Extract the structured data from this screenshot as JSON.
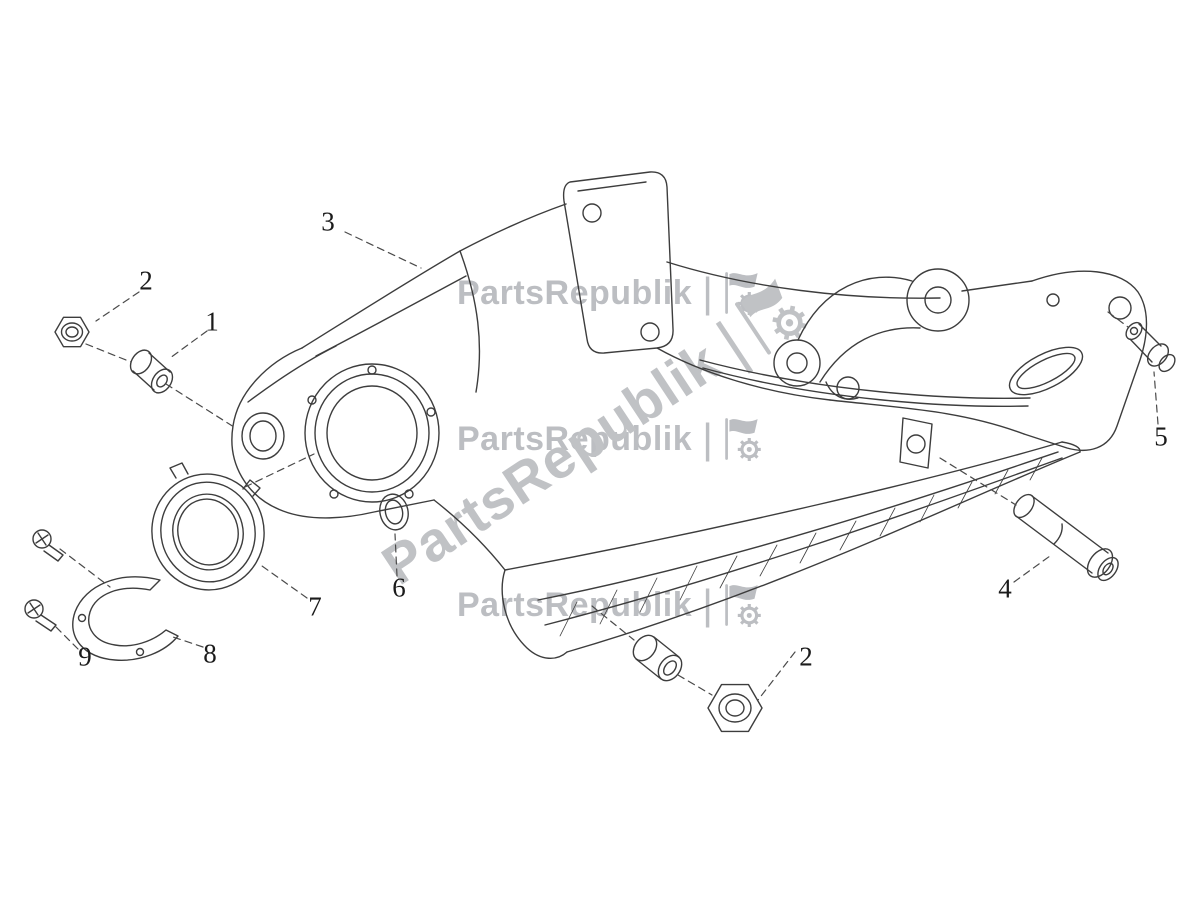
{
  "watermark": {
    "text": "PartsRepublik",
    "separator": "|",
    "icon": "gear-flag-icon",
    "color": "#bcbec2"
  },
  "diagram": {
    "title": "Swing arm exploded parts diagram",
    "line_color": "#3d3d3d",
    "background": "#ffffff"
  },
  "part_labels": [
    {
      "text": "2"
    },
    {
      "text": "1"
    },
    {
      "text": "3"
    },
    {
      "text": "5"
    },
    {
      "text": "6"
    },
    {
      "text": "4"
    },
    {
      "text": "7"
    },
    {
      "text": "8"
    },
    {
      "text": "9"
    },
    {
      "text": "2"
    }
  ]
}
